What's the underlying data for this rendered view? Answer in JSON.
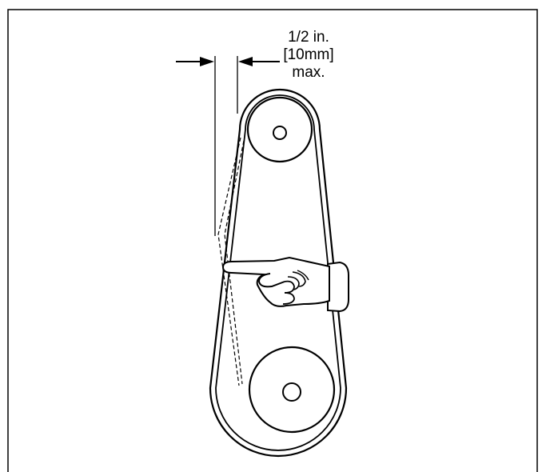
{
  "figure": {
    "title": "",
    "deflection_label": {
      "line1": "1/2 in.",
      "line2": "[10mm]",
      "line3": "max."
    }
  },
  "colors": {
    "ink": "#000000",
    "background": "#ffffff"
  },
  "icons": {
    "pointer": "pointing-hand-icon",
    "arrows": "arrow-right-icon, arrow-left-icon"
  }
}
